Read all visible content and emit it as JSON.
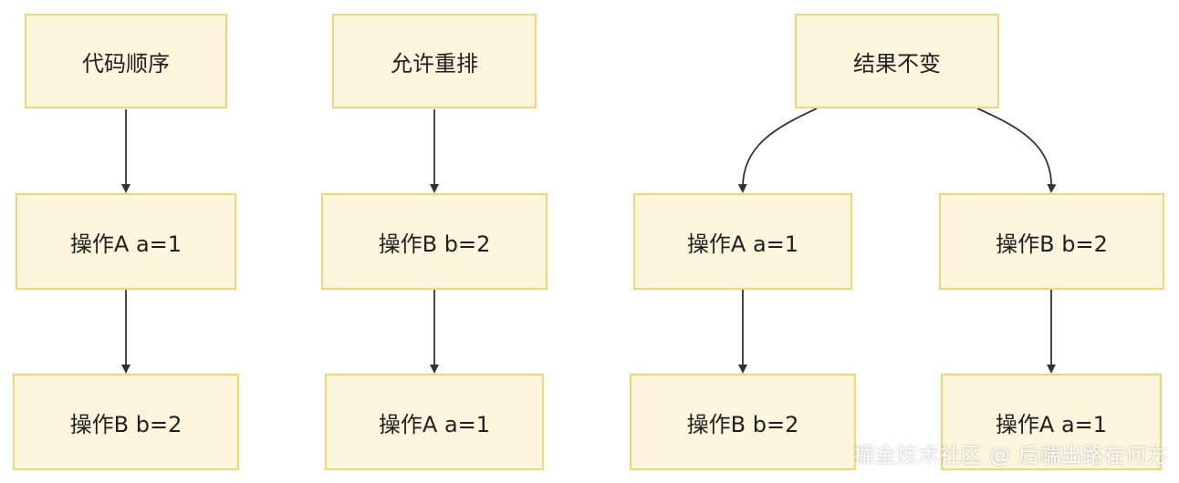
{
  "colors": {
    "node_fill": "#fdf6dd",
    "node_border": "#f2d676",
    "edge": "#333333",
    "text": "#1f1f1f"
  },
  "groups": {
    "code_order": {
      "header": "代码顺序",
      "first": "操作A a=1",
      "second": "操作B b=2"
    },
    "reorder": {
      "header": "允许重排",
      "first": "操作B b=2",
      "second": "操作A a=1"
    },
    "result": {
      "header": "结果不变",
      "left_first": "操作A a=1",
      "left_second": "操作B b=2",
      "right_first": "操作B b=2",
      "right_second": "操作A a=1"
    }
  },
  "watermark": "掘金技术社区 @ 后端出路在何方"
}
